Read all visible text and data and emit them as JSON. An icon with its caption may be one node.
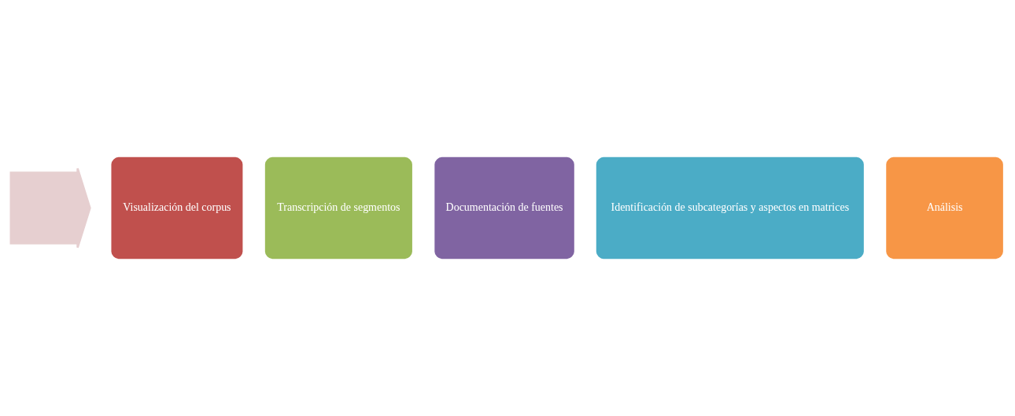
{
  "diagram": {
    "nodes": [
      {
        "text": [],
        "shape": "arrow"
      },
      {
        "text": [
          "Visualización del corpus"
        ]
      },
      {
        "text": [
          "Transcripción de segmentos"
        ]
      },
      {
        "text": [
          "Documentación de fuentes"
        ]
      },
      {
        "text": [
          "Identificación de subcategorías y aspectos en matrices"
        ]
      },
      {
        "text": [
          "Análisis"
        ]
      }
    ]
  }
}
